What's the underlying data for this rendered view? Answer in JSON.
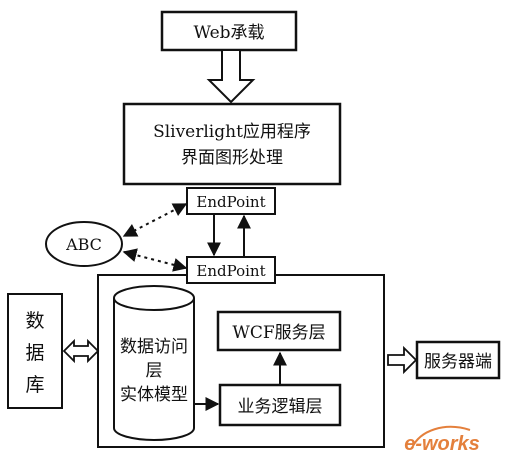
{
  "diagram": {
    "nodes": {
      "web": "Web承载",
      "silverlight_line1": "Sliverlight应用程序",
      "silverlight_line2": "界面图形处理",
      "endpoint_top": "EndPoint",
      "endpoint_bottom": "EndPoint",
      "abc": "ABC",
      "database": [
        "数",
        "据",
        "库"
      ],
      "data_access_line1": "数据访问",
      "data_access_line2": "层",
      "data_access_line3": "实体模型",
      "wcf": "WCF服务层",
      "business": "业务逻辑层",
      "server": "服务器端"
    },
    "watermark": "e-works"
  },
  "colors": {
    "stroke": "#111111",
    "watermark": "#e06a1b",
    "background": "#ffffff"
  }
}
